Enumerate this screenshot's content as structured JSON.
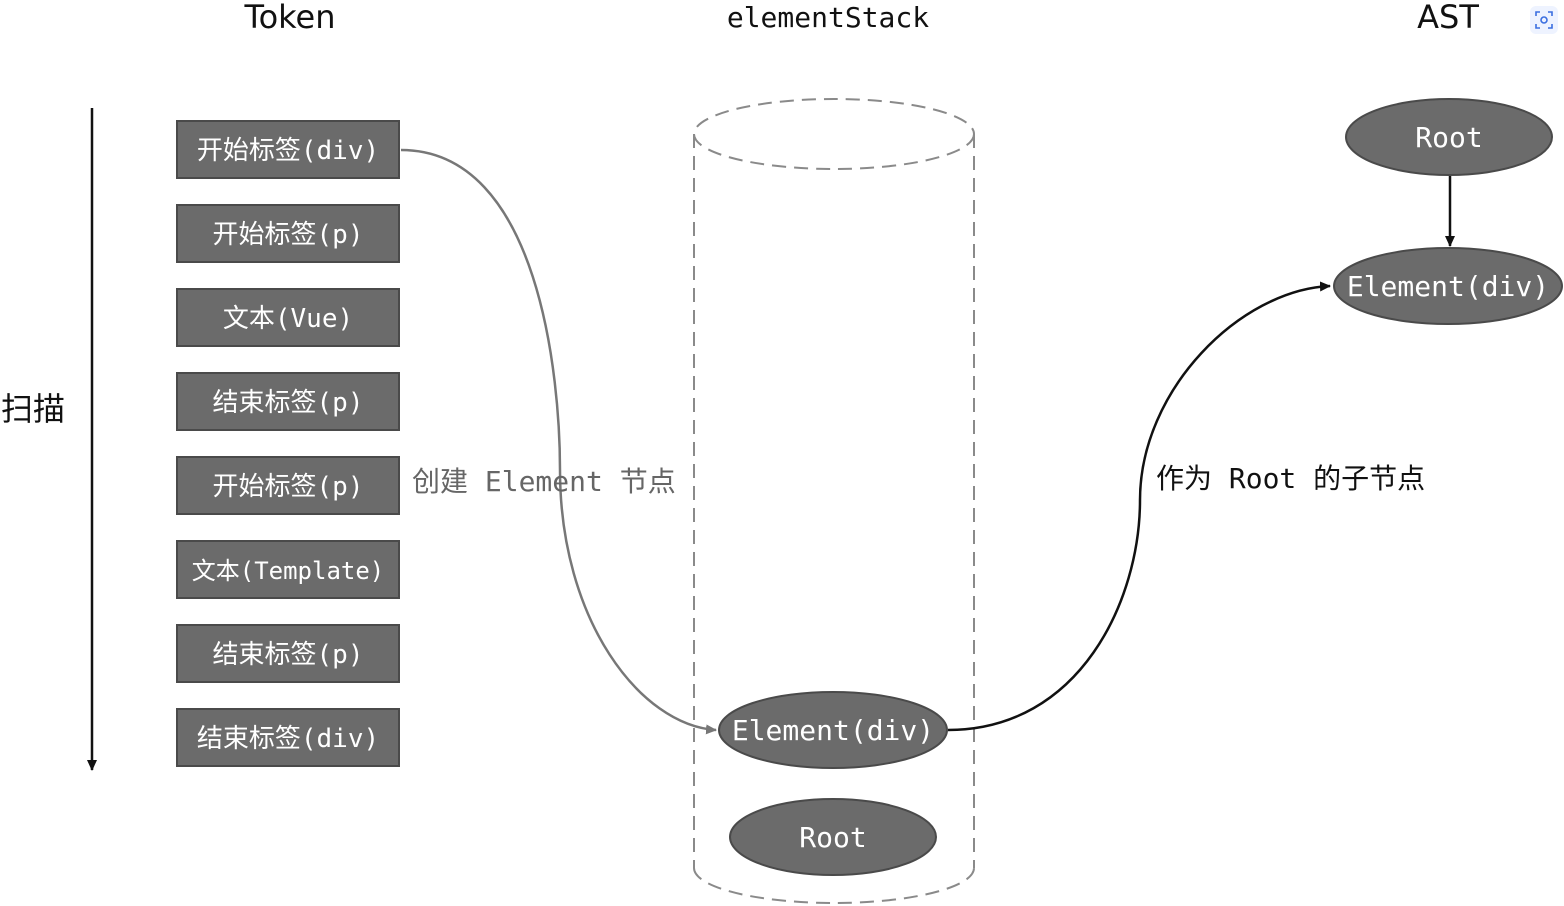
{
  "headings": {
    "token": "Token",
    "element_stack": "elementStack",
    "ast": "AST"
  },
  "scan_label": "扫描",
  "tokens": [
    "开始标签(div)",
    "开始标签(p)",
    "文本(Vue)",
    "结束标签(p)",
    "开始标签(p)",
    "文本(Template)",
    "结束标签(p)",
    "结束标签(div)"
  ],
  "stack": {
    "top": "Element(div)",
    "bottom": "Root"
  },
  "ast": {
    "root": "Root",
    "child": "Element(div)"
  },
  "edge_labels": {
    "create_element": "创建 Element 节点",
    "as_child_of_root": "作为 Root 的子节点"
  },
  "icons": {
    "corner": "screenshot-scan-icon"
  },
  "colors": {
    "node_fill": "#6b6b6b",
    "grey_line": "#777777",
    "black_line": "#111111",
    "icon_accent": "#3b6fe0"
  }
}
